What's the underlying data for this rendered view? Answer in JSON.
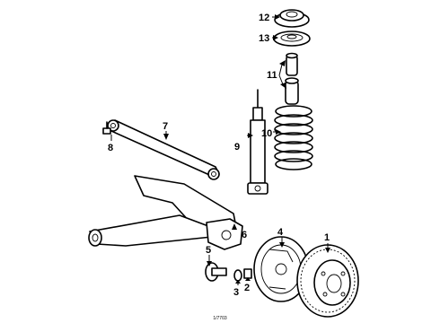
{
  "parts": [
    {
      "id": "1",
      "label": "1",
      "part": "brake-drum"
    },
    {
      "id": "2",
      "label": "2",
      "part": "nut"
    },
    {
      "id": "3",
      "label": "3",
      "part": "washer"
    },
    {
      "id": "4",
      "label": "4",
      "part": "backing-plate"
    },
    {
      "id": "5",
      "label": "5",
      "part": "spindle"
    },
    {
      "id": "6",
      "label": "6",
      "part": "axle-beam"
    },
    {
      "id": "7",
      "label": "7",
      "part": "track-bar"
    },
    {
      "id": "8",
      "label": "8",
      "part": "bolt"
    },
    {
      "id": "9",
      "label": "9",
      "part": "shock-absorber"
    },
    {
      "id": "10",
      "label": "10",
      "part": "coil-spring"
    },
    {
      "id": "11",
      "label": "11",
      "part": "bump-stop"
    },
    {
      "id": "12",
      "label": "12",
      "part": "upper-mount"
    },
    {
      "id": "13",
      "label": "13",
      "part": "spring-seat"
    }
  ],
  "footer": {
    "ref_code": "1/7703"
  },
  "colors": {
    "ink": "#000000",
    "paper": "#ffffff"
  }
}
